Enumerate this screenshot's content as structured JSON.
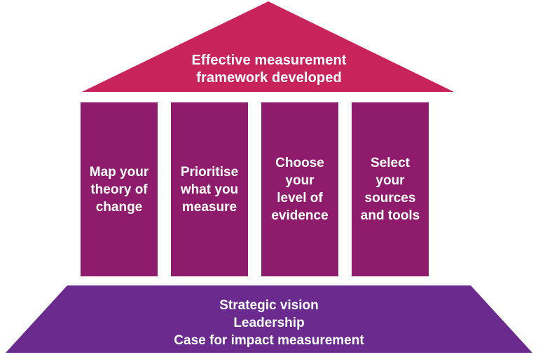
{
  "diagram": {
    "title": "Effective measurement framework temple diagram",
    "background_color": "#FFFFFF",
    "roof": {
      "shape": "triangle",
      "color": "#C9235C",
      "lines": [
        "Effective measurement",
        "framework developed"
      ]
    },
    "pillars": {
      "color": "#8E1B6B",
      "items": [
        {
          "id": "pillar-map-theory-of-change",
          "lines": [
            "Map your",
            "theory of",
            "change"
          ]
        },
        {
          "id": "pillar-prioritise-what-you-measure",
          "lines": [
            "Prioritise",
            "what you",
            "measure"
          ]
        },
        {
          "id": "pillar-choose-level-of-evidence",
          "lines": [
            "Choose",
            "your",
            "level of",
            "evidence"
          ]
        },
        {
          "id": "pillar-select-sources-and-tools",
          "lines": [
            "Select",
            "your",
            "sources",
            "and tools"
          ]
        }
      ]
    },
    "base": {
      "shape": "inverted-trapezoid",
      "color": "#6B2A8E",
      "lines": [
        "Strategic vision",
        "Leadership",
        "Case for impact measurement"
      ]
    }
  }
}
